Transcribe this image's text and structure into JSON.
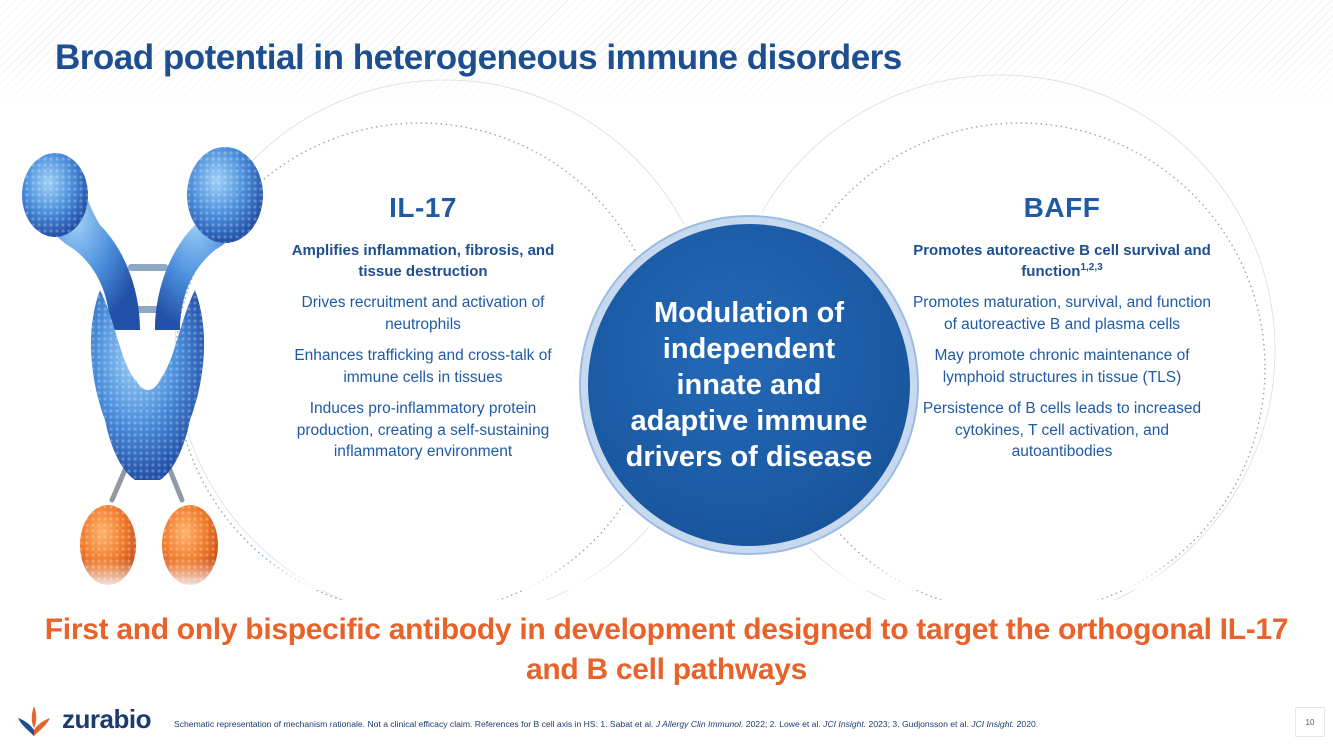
{
  "title": "Broad potential in heterogeneous immune disorders",
  "left_column": {
    "heading": "IL-17",
    "lead": "Amplifies inflammation, fibrosis, and tissue destruction",
    "items": [
      "Drives recruitment and activation of neutrophils",
      "Enhances trafficking and cross-talk of immune cells in tissues",
      "Induces pro-inflammatory protein production, creating a self-sustaining inflammatory environment"
    ]
  },
  "center": {
    "text": "Modulation of independent innate and adaptive immune drivers of disease"
  },
  "right_column": {
    "heading": "BAFF",
    "lead": "Promotes autoreactive B cell survival and function",
    "lead_sup": "1,2,3",
    "items": [
      "Promotes maturation, survival, and function of autoreactive B and plasma cells",
      "May promote chronic maintenance of lymphoid structures in tissue (TLS)",
      "Persistence of B cells leads to increased cytokines, T cell activation, and autoantibodies"
    ]
  },
  "tagline": "First and only bispecific antibody in development designed to target the orthogonal IL-17 and B cell pathways",
  "footer": {
    "brand": "zurabio",
    "note_prefix": "Schematic representation of mechanism rationale. Not a clinical efficacy claim. References for B cell axis in HS: 1. Sabat et al. ",
    "ref1_journal": "J Allergy Clin Immunol.",
    "ref1_rest": " 2022; 2. Lowe et al. ",
    "ref2_journal": "JCI Insight.",
    "ref2_rest": " 2023; 3. Gudjonsson et al. ",
    "ref3_journal": "JCI Insight.",
    "ref3_rest": " 2020.",
    "page_number": "10"
  },
  "colors": {
    "title_blue": "#1d4e8f",
    "text_blue": "#1f5aa6",
    "center_blue": "#1b5aa3",
    "accent_orange": "#e8622a",
    "antibody_blue": "#3f86d6",
    "antibody_orange": "#ef7a2e"
  },
  "icons": {
    "antibody": "antibody-illustration",
    "logo": "zurabio-logo-icon"
  }
}
